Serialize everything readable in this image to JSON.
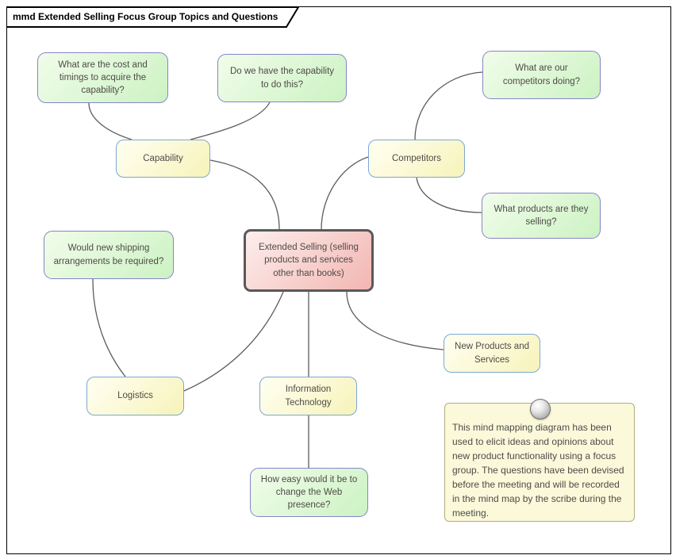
{
  "frame": {
    "title": "mmd Extended Selling Focus Group Topics and Questions"
  },
  "nodes": {
    "central": {
      "label": "Extended Selling (selling products and services other than books)"
    },
    "capability": {
      "label": "Capability"
    },
    "competitors": {
      "label": "Competitors"
    },
    "logistics": {
      "label": "Logistics"
    },
    "information_technology": {
      "label": "Information Technology"
    },
    "new_products": {
      "label": "New Products and Services"
    },
    "q_cost": {
      "label": "What are the cost and timings to acquire the capability?"
    },
    "q_do": {
      "label": "Do we have the capability to do this?"
    },
    "q_competitors": {
      "label": "What are our competitors doing?"
    },
    "q_selling": {
      "label": "What products are they selling?"
    },
    "q_shipping": {
      "label": "Would new shipping arrangements be required?"
    },
    "q_web": {
      "label": "How easy would it be to change the Web presence?"
    }
  },
  "note": {
    "text": "This mind mapping diagram has been used to elicit ideas and opinions about new product functionality using a focus group. The questions have been devised before the meeting and will be recorded in the mind map by the scribe during the meeting."
  },
  "colors": {
    "topic_fill": "#f7f3ba",
    "topic_border": "#7aa8d4",
    "question_fill": "#ccf2c3",
    "question_border": "#8585c8",
    "central_fill": "#f2b6b2",
    "central_border": "#595959",
    "note_fill": "#fbf9da",
    "note_border": "#b0ae7e",
    "connector": "#5c5c5c",
    "frame_border": "#000000"
  }
}
